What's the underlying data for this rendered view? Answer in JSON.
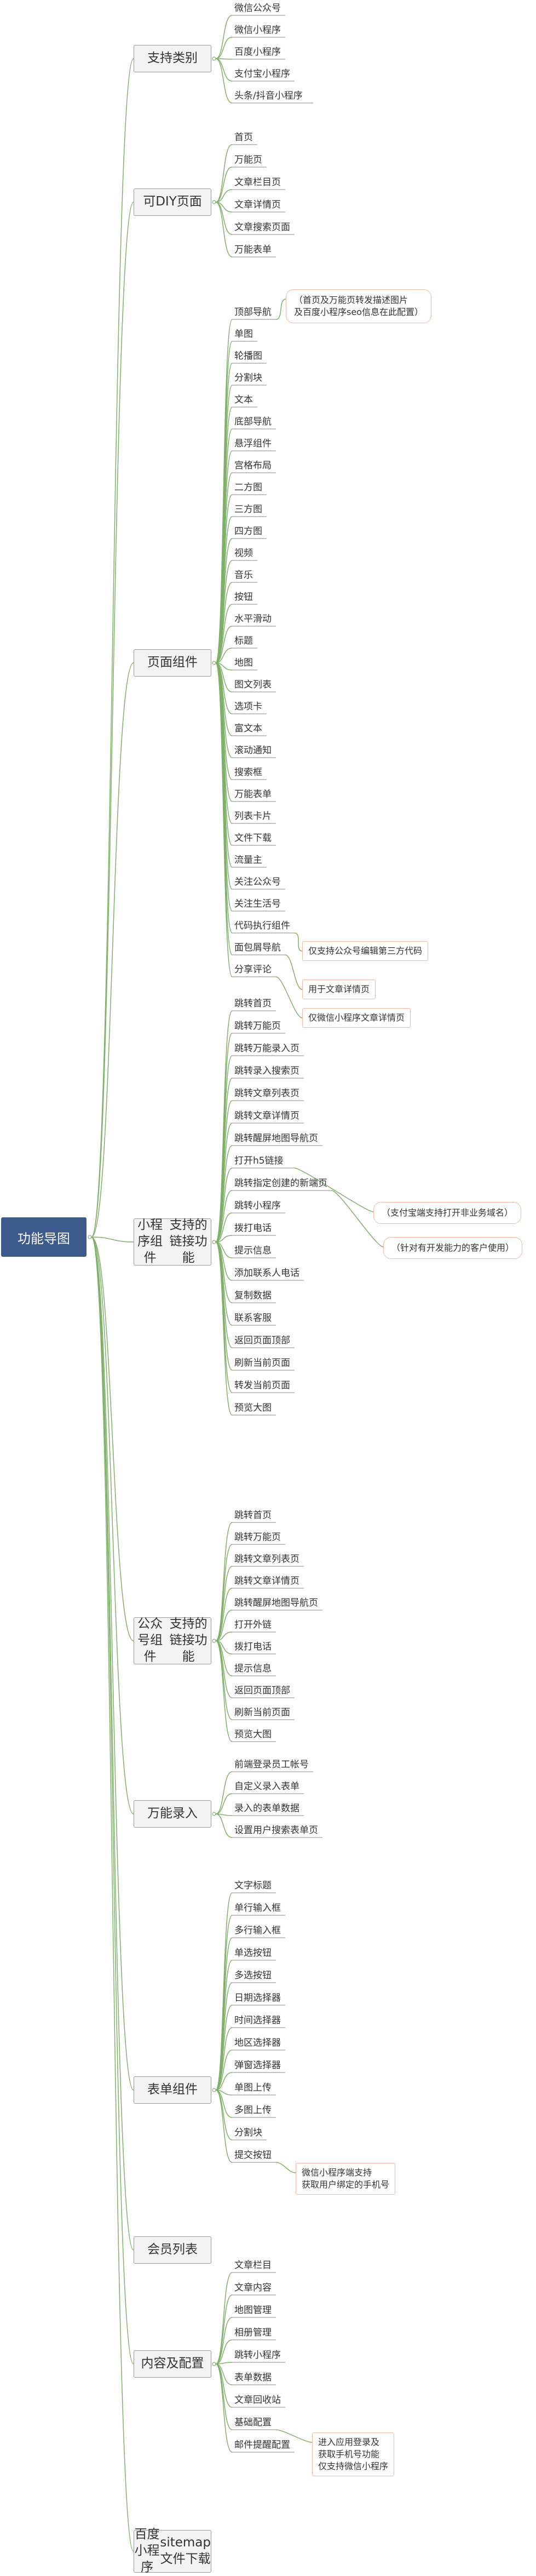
{
  "root": "功能导图",
  "categories": [
    {
      "id": "c0",
      "label": "支持类别",
      "leaves": [
        "微信公众号",
        "微信小程序",
        "百度小程序",
        "支付宝小程序",
        "头条/抖音小程序"
      ]
    },
    {
      "id": "c1",
      "label": "可DIY页面",
      "leaves": [
        "首页",
        "万能页",
        "文章栏目页",
        "文章详情页",
        "文章搜索页面",
        "万能表单"
      ]
    },
    {
      "id": "c2",
      "label": "页面组件",
      "leaves": [
        "顶部导航",
        "单图",
        "轮播图",
        "分割块",
        "文本",
        "底部导航",
        "悬浮组件",
        "宫格布局",
        "二方图",
        "三方图",
        "四方图",
        "视频",
        "音乐",
        "按钮",
        "水平滑动",
        "标题",
        "地图",
        "图文列表",
        "选项卡",
        "富文本",
        "滚动通知",
        "搜索框",
        "万能表单",
        "列表卡片",
        "文件下载",
        "流量主",
        "关注公众号",
        "关注生活号",
        "代码执行组件",
        "面包屑导航",
        "分享评论"
      ],
      "notes": [
        {
          "target": 0,
          "text": "（首页及万能页转发描述图片\n及百度小程序seo信息在此配置）",
          "rounded": true
        },
        {
          "target": 28,
          "text": "仅支持公众号编辑第三方代码",
          "rounded": false
        },
        {
          "target": 29,
          "text": "用于文章详情页",
          "rounded": false
        },
        {
          "target": 30,
          "text": "仅微信小程序文章详情页",
          "rounded": false
        }
      ]
    },
    {
      "id": "c3",
      "label": "小程序组件\n支持的链接功能",
      "leaves": [
        "跳转首页",
        "跳转万能页",
        "跳转万能录入页",
        "跳转录入搜索页",
        "跳转文章列表页",
        "跳转文章详情页",
        "跳转醒屏地图导航页",
        "打开h5链接",
        "跳转指定创建的新端页",
        "跳转小程序",
        "拨打电话",
        "提示信息",
        "添加联系人电话",
        "复制数据",
        "联系客服",
        "返回页面顶部",
        "刷新当前页面",
        "转发当前页面",
        "预览大图"
      ],
      "notes": [
        {
          "target": 7,
          "text": "（支付宝端支持打开非业务域名）",
          "rounded": true
        },
        {
          "target": 8,
          "text": "（针对有开发能力的客户使用）",
          "rounded": true
        }
      ]
    },
    {
      "id": "c4",
      "label": "公众号组件\n支持的链接功能",
      "leaves": [
        "跳转首页",
        "跳转万能页",
        "跳转文章列表页",
        "跳转文章详情页",
        "跳转醒屏地图导航页",
        "打开外链",
        "拨打电话",
        "提示信息",
        "返回页面顶部",
        "刷新当前页面",
        "预览大图"
      ]
    },
    {
      "id": "c5",
      "label": "万能录入",
      "leaves": [
        "前端登录员工帐号",
        "自定义录入表单",
        "录入的表单数据",
        "设置用户搜索表单页"
      ]
    },
    {
      "id": "c6",
      "label": "表单组件",
      "leaves": [
        "文字标题",
        "单行输入框",
        "多行输入框",
        "单选按钮",
        "多选按钮",
        "日期选择器",
        "时间选择器",
        "地区选择器",
        "弹窗选择器",
        "单图上传",
        "多图上传",
        "分割块",
        "提交按钮"
      ],
      "notes": [
        {
          "target": 12,
          "text": "微信小程序端支持\n获取用户绑定的手机号",
          "rounded": false
        }
      ]
    },
    {
      "id": "c7",
      "label": "会员列表",
      "leaves": []
    },
    {
      "id": "c8",
      "label": "内容及配置",
      "leaves": [
        "文章栏目",
        "文章内容",
        "地图管理",
        "相册管理",
        "跳转小程序",
        "表单数据",
        "文章回收站",
        "基础配置",
        "邮件提醒配置"
      ],
      "notes": [
        {
          "target": 7,
          "text": "进入应用登录及\n获取手机号功能\n仅支持微信小程序",
          "rounded": false
        }
      ]
    },
    {
      "id": "c9",
      "label": "百度小程序\nsitemap文件下载",
      "leaves": []
    }
  ]
}
